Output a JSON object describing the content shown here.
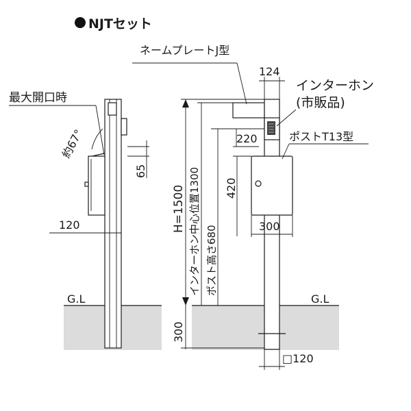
{
  "title": "NJTセット",
  "labels": {
    "max_open": "最大開口時",
    "angle": "約67°",
    "dim_65": "65",
    "dim_120_left": "120",
    "gl_left": "G.L",
    "gl_right": "G.L",
    "name_plate": "ネームプレートJ型",
    "dim_124": "124",
    "intercom_1": "インターホン",
    "intercom_2": "(市販品)",
    "dim_220": "220",
    "post_name": "ポストT13型",
    "dim_420": "420",
    "dim_300_right": "300",
    "height_total": "H=1500",
    "intercom_center": "インターホン中心位置1300",
    "post_height": "ポスト高さ680",
    "dim_300_bottom": "300",
    "dim_120_square": "□120"
  }
}
